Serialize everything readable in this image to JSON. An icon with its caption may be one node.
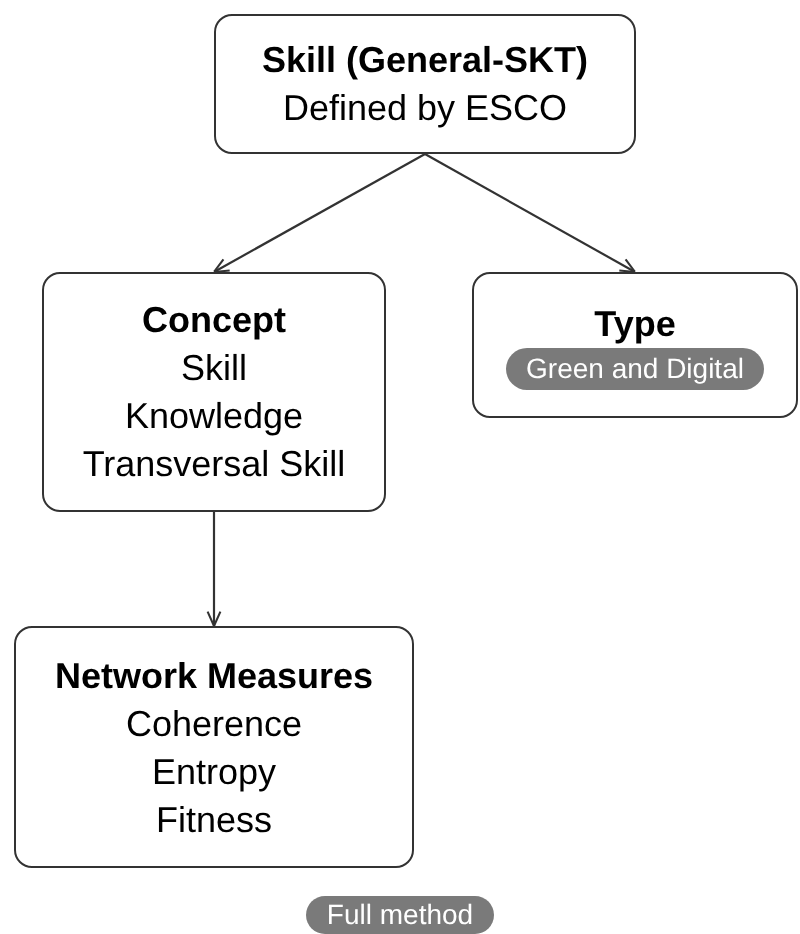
{
  "diagram": {
    "nodes": [
      {
        "text": [
          "Skill (General-SKT)",
          "Defined by ESCO"
        ]
      },
      {
        "text": [
          "Concept",
          "Skill",
          "Knowledge",
          "Transversal Skill"
        ]
      },
      {
        "text": [
          "Type"
        ]
      },
      {
        "text": [
          "Green and Digital"
        ],
        "in": 2
      },
      {
        "text": [
          "Network Measures",
          "Coherence",
          "Entropy",
          "Fitness"
        ]
      }
    ],
    "edges": [
      {
        "from": 0,
        "to": 1,
        "arrow": "to"
      },
      {
        "from": 0,
        "to": 2,
        "arrow": "to"
      },
      {
        "from": 1,
        "to": 4,
        "arrow": "to"
      }
    ],
    "labels": [
      "Full method"
    ]
  }
}
